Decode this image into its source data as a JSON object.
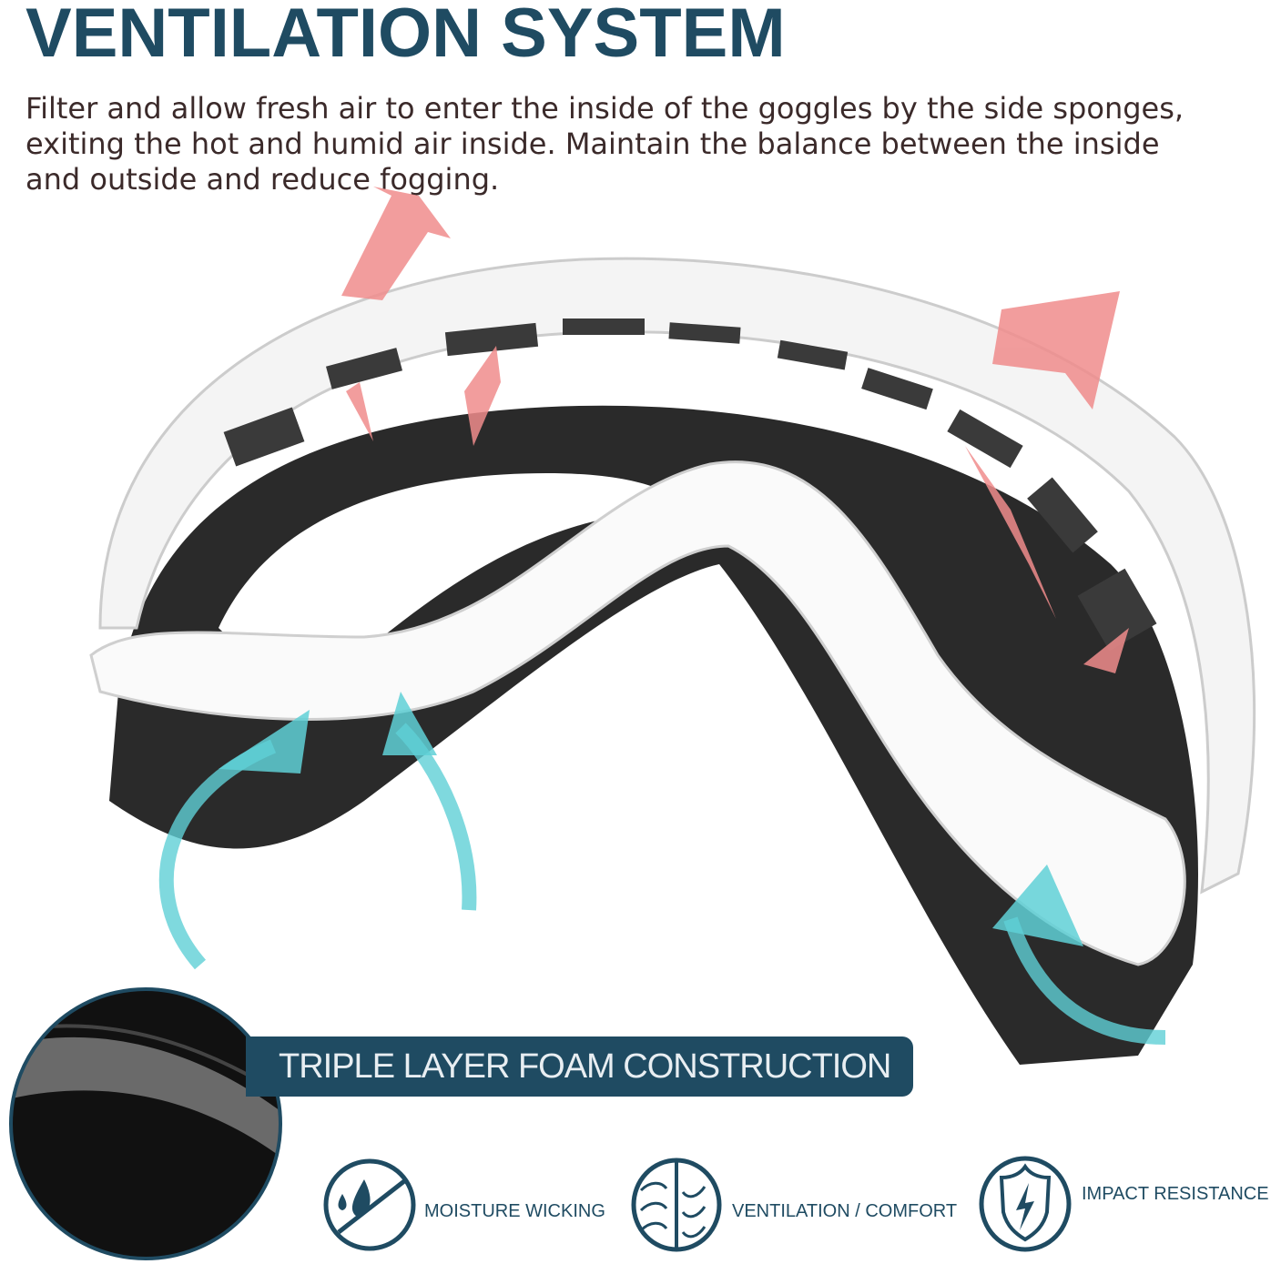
{
  "heading": "VENTILATION SYSTEM",
  "description": "Filter and allow fresh air to enter the inside of the goggles by the side sponges, exiting the hot and humid air inside. Maintain the balance between the inside and outside and reduce fogging.",
  "banner": "TRIPLE LAYER FOAM CONSTRUCTION",
  "features": [
    {
      "icon": "moisture-drops-icon",
      "label": "MOISTURE WICKING"
    },
    {
      "icon": "airflow-icon",
      "label": "VENTILATION / COMFORT"
    },
    {
      "icon": "shield-lightning-icon",
      "label": "IMPACT RESISTANCE"
    }
  ],
  "colors": {
    "brand": "#1f4b62",
    "text": "#3b2a2a",
    "warm_air": "#f08c8c",
    "fresh_air": "#5fd0d6"
  }
}
